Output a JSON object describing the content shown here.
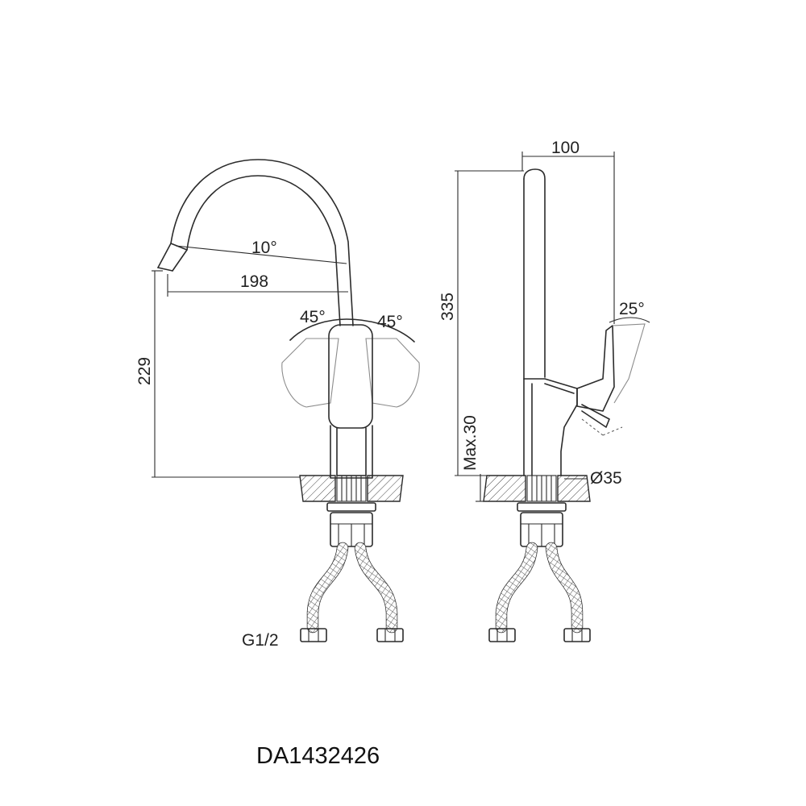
{
  "model_code": "DA1432426",
  "front_view": {
    "spout_angle": "10°",
    "reach": "198",
    "height": "229",
    "handle_angle_left": "45°",
    "handle_angle_right": "45°",
    "thread": "G1/2"
  },
  "side_view": {
    "depth": "100",
    "total_height": "335",
    "handle_tilt": "25°",
    "deck_thickness": "Max.30",
    "hole_diameter": "Ø35"
  }
}
